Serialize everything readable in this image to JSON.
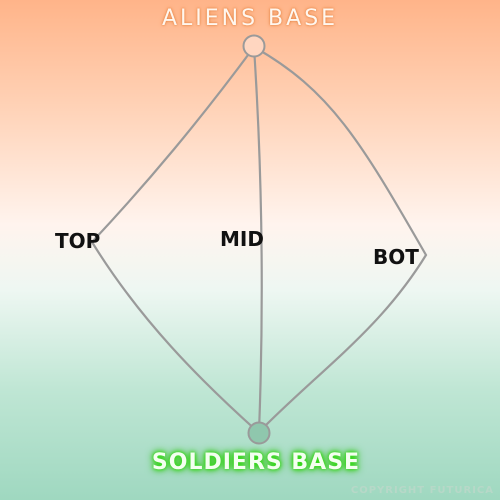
{
  "map": {
    "top_base": "ALIENS BASE",
    "bottom_base": "SOLDIERS BASE",
    "lanes": {
      "top": "TOP",
      "mid": "MID",
      "bot": "BOT"
    },
    "copyright": "COPYRIGHT FUTURICA"
  },
  "colors": {
    "lane_stroke": "#9a9a9a",
    "alien_base": "#ffd6c0",
    "soldier_base": "#8fc7ad",
    "soldier_glow": "#2dd000"
  }
}
